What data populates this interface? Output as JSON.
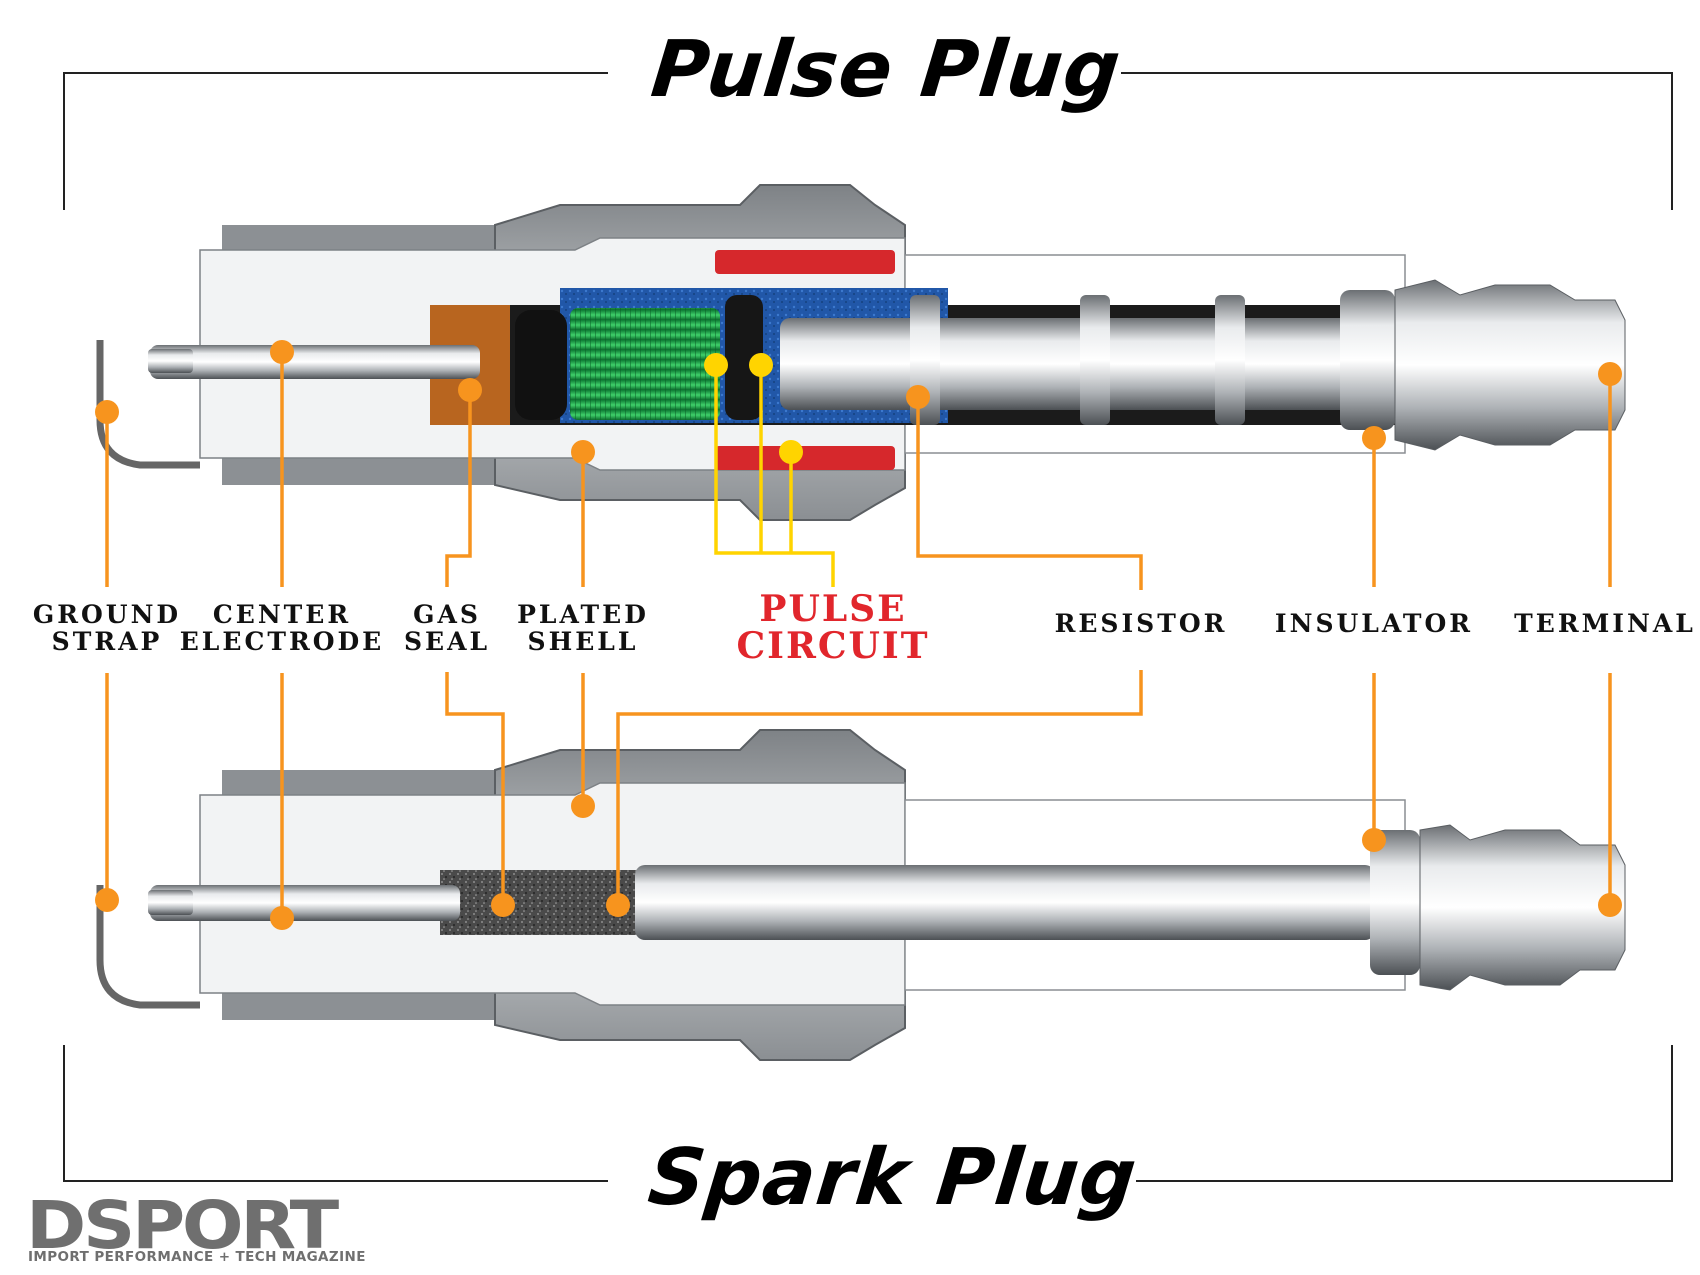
{
  "titles": {
    "top": "Pulse Plug",
    "bottom": "Spark Plug"
  },
  "labels": {
    "ground_strap": [
      "GROUND",
      "STRAP"
    ],
    "center_electrode": [
      "CENTER",
      "ELECTRODE"
    ],
    "gas_seal": [
      "GAS",
      "SEAL"
    ],
    "plated_shell": [
      "PLATED",
      "SHELL"
    ],
    "pulse_circuit": [
      "PULSE",
      "CIRCUIT"
    ],
    "resistor": "RESISTOR",
    "insulator": "INSULATOR",
    "terminal": "TERMINAL"
  },
  "logo": {
    "name": "DSPORT",
    "tagline": "IMPORT PERFORMANCE + TECH MAGAZINE"
  },
  "colors": {
    "leader": "#f7941e",
    "pulse_leader": "#ffd400",
    "pulse_text": "#e1262c",
    "frame": "#222222",
    "coil": "#1aa84a",
    "capacitor_fill": "#1f5cab",
    "gas_seal_fill": "#b8651f",
    "shell": "#b9bcbf",
    "insulator_body": "#ffffff"
  }
}
